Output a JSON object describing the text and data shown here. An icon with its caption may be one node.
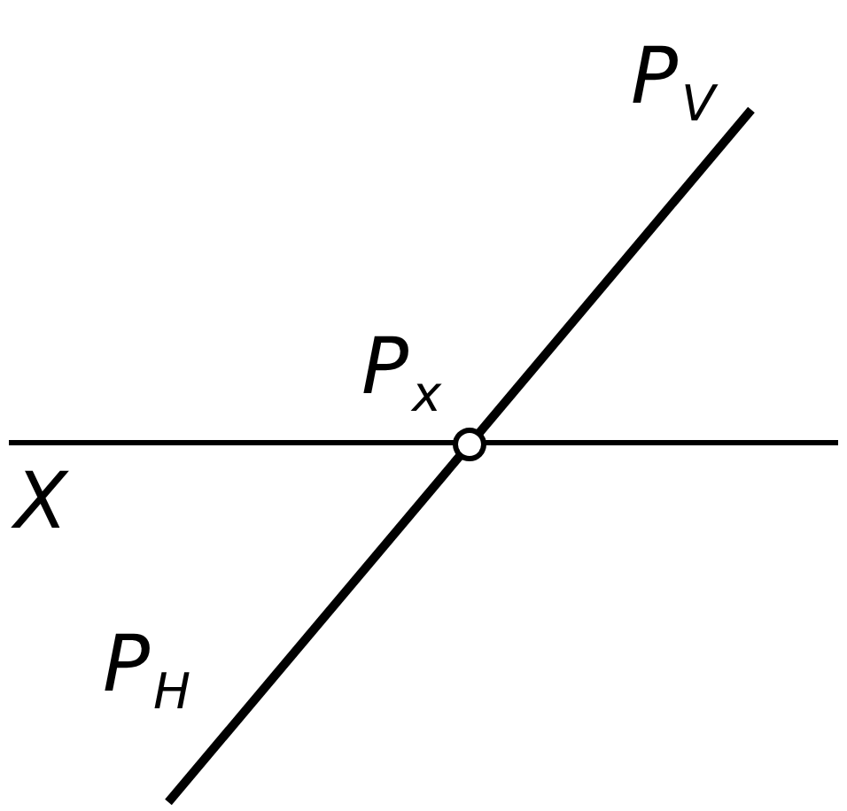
{
  "diagram": {
    "labels": [
      "P$_{V}$",
      "P$_{x}$",
      "X",
      "P$_{H}$"
    ]
  }
}
